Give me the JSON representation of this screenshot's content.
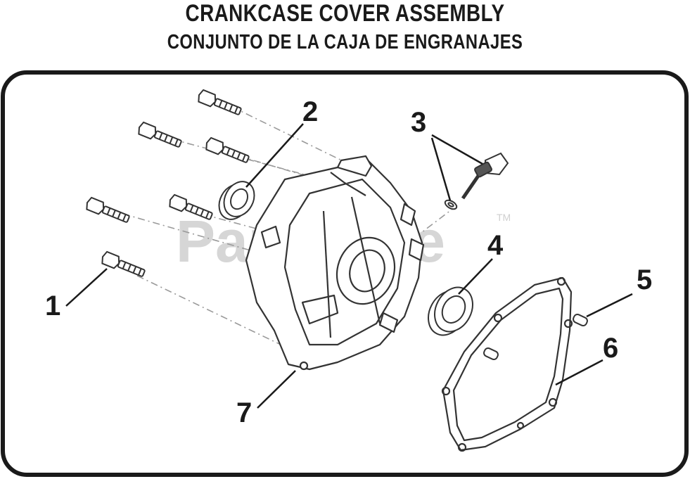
{
  "title": "CRANKCASE COVER ASSEMBLY",
  "subtitle": "CONJUNTO DE LA CAJA DE ENGRANAJES",
  "watermark": "PartsTree",
  "watermark_tm": "TM",
  "callouts": [
    "1",
    "2",
    "3",
    "4",
    "5",
    "6",
    "7"
  ],
  "colors": {
    "ink": "#1a1a1a",
    "line": "#333333",
    "watermark": "#d6d6d6",
    "background": "#ffffff"
  }
}
